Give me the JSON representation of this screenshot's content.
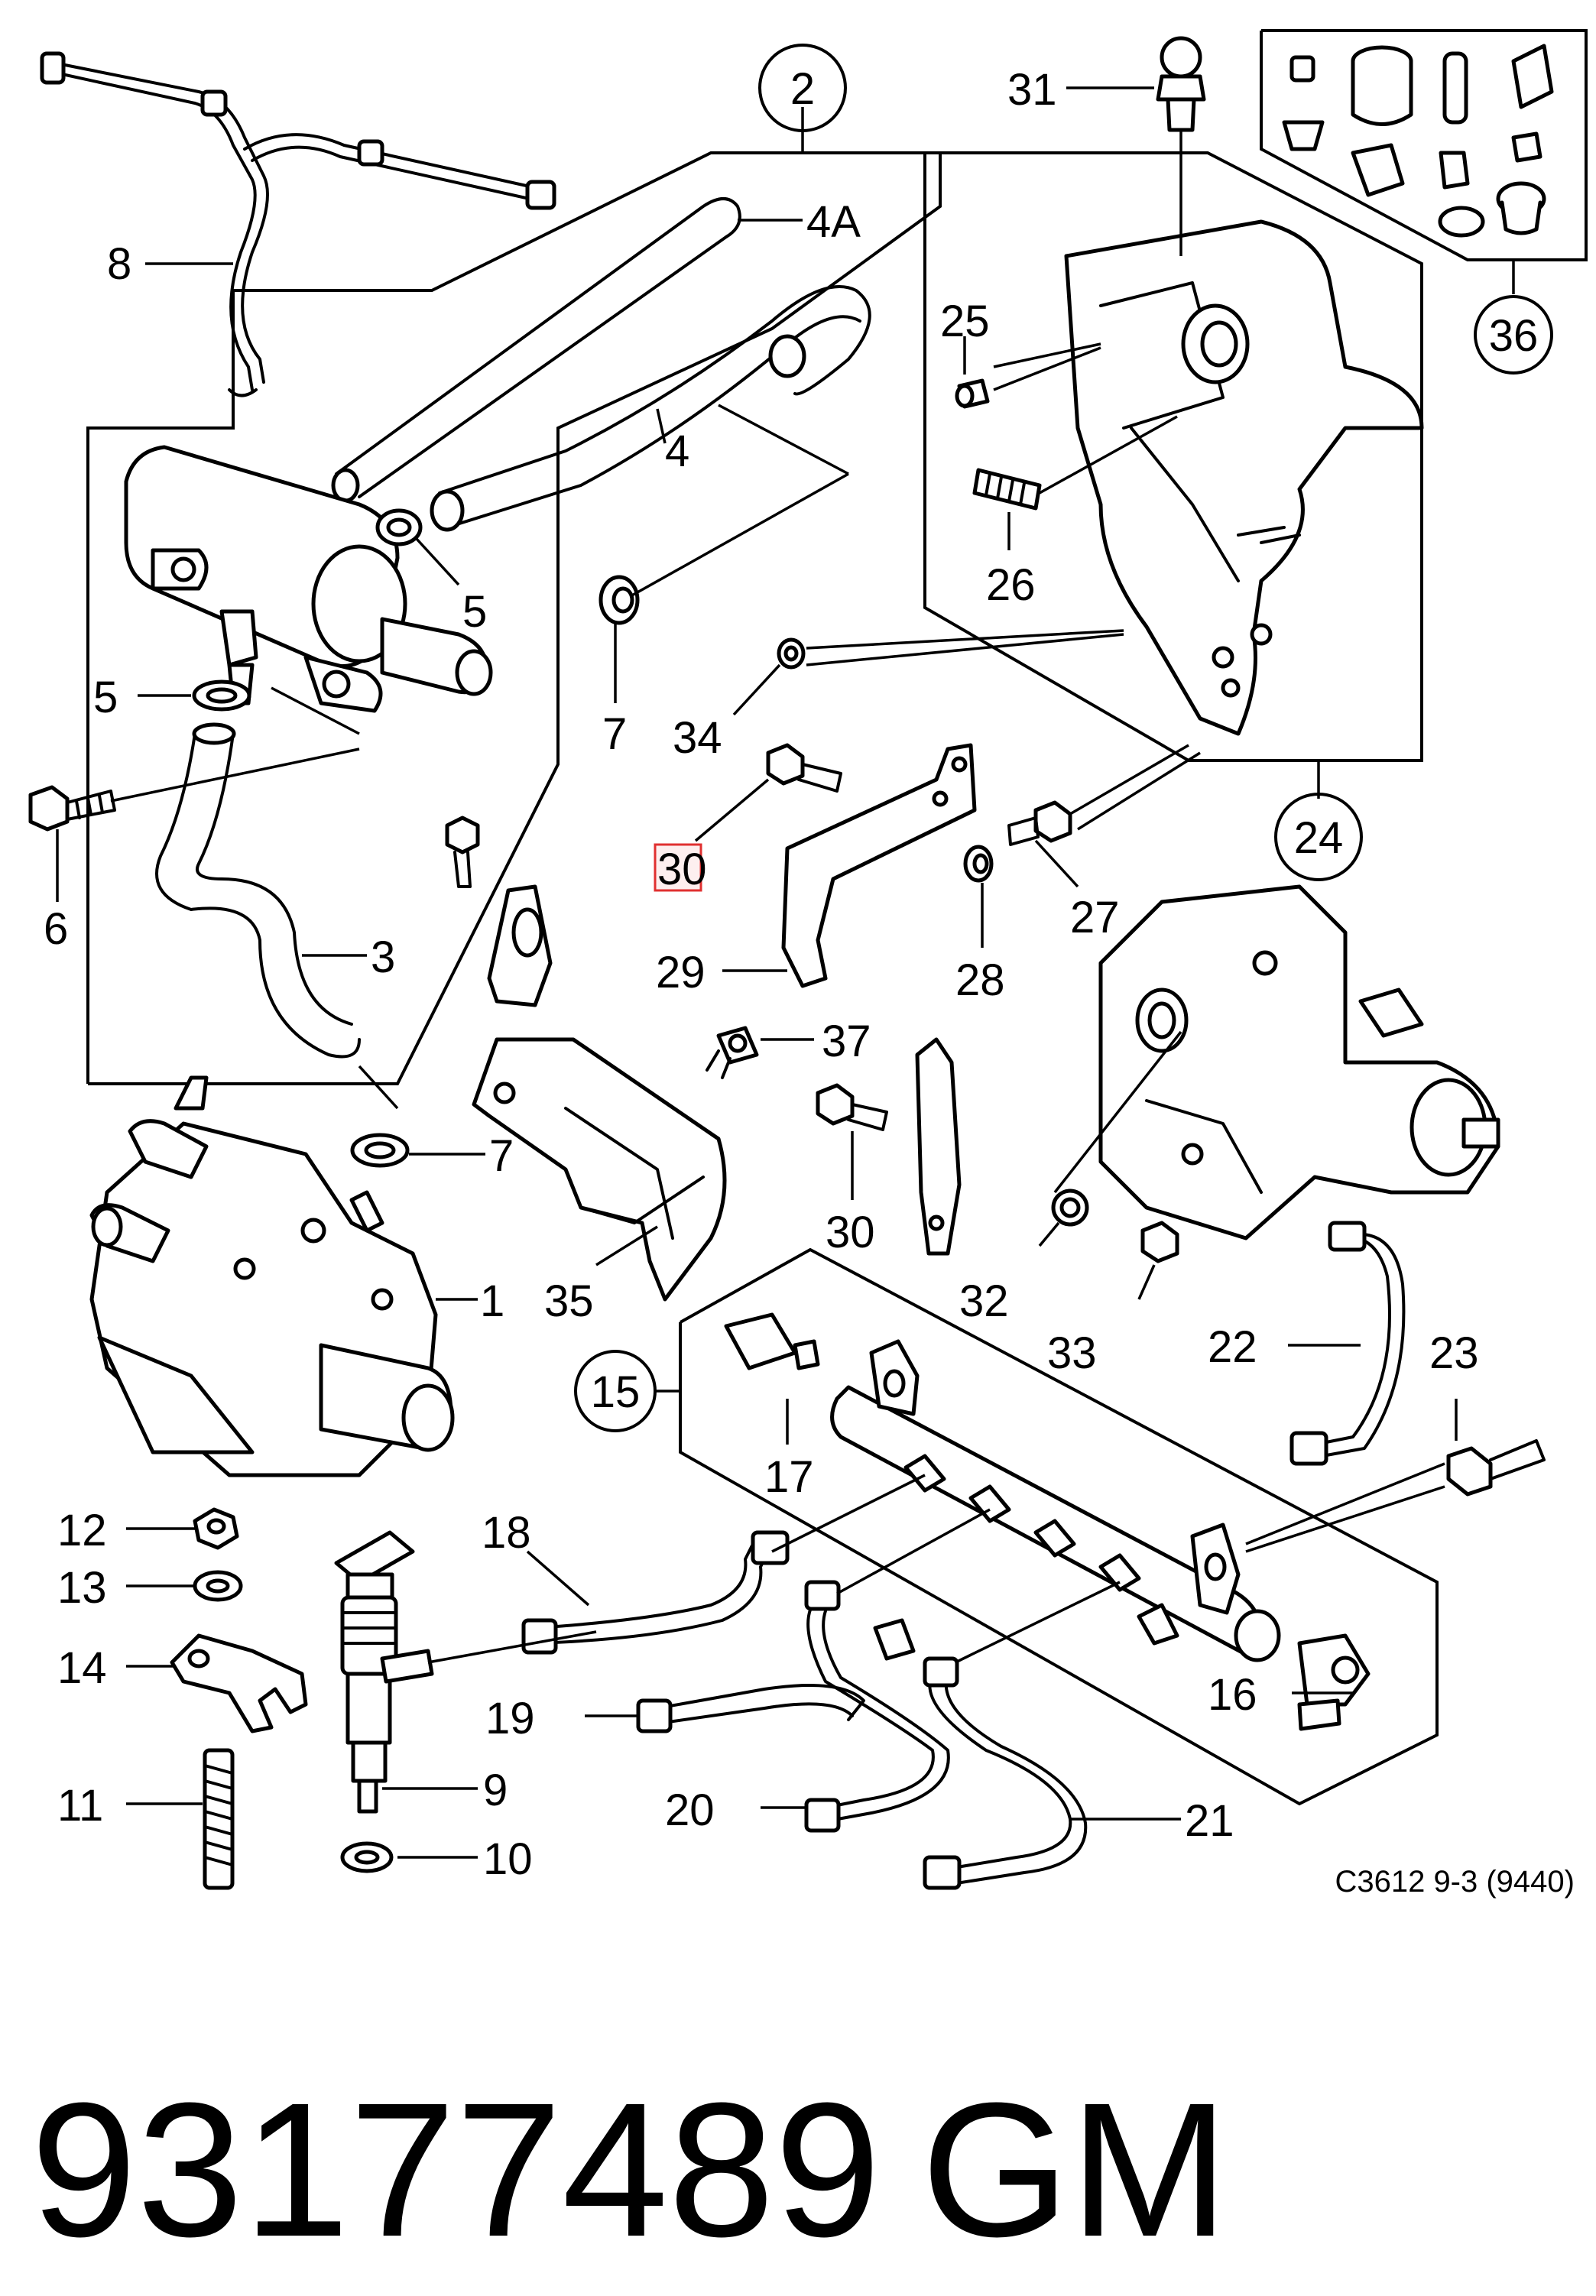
{
  "diagram": {
    "callouts": {
      "c1": "1",
      "c2": "2",
      "c3": "3",
      "c4": "4",
      "c4a": "4A",
      "c5a": "5",
      "c5b": "5",
      "c6": "6",
      "c7a": "7",
      "c7b": "7",
      "c8": "8",
      "c9": "9",
      "c10": "10",
      "c11": "11",
      "c12": "12",
      "c13": "13",
      "c14": "14",
      "c15": "15",
      "c16": "16",
      "c17": "17",
      "c18": "18",
      "c19": "19",
      "c20": "20",
      "c21": "21",
      "c22": "22",
      "c23": "23",
      "c24": "24",
      "c25": "25",
      "c26": "26",
      "c27": "27",
      "c28": "28",
      "c29": "29",
      "c30a": "30",
      "c30b": "30",
      "c31": "31",
      "c32": "32",
      "c33": "33",
      "c34": "34",
      "c35": "35",
      "c36": "36",
      "c37": "37"
    },
    "reference": "C3612 9-3 (9440)"
  },
  "footer": {
    "part_number": "93177489",
    "brand": "GM"
  }
}
